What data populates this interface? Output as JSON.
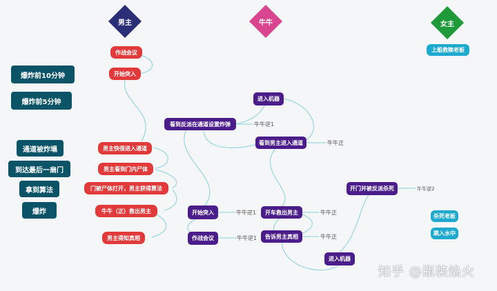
{
  "headers": {
    "male": "男主",
    "niuniu": "牛牛",
    "female": "女主"
  },
  "colors": {
    "male_header": "#2a2f78",
    "niuniu_header": "#d9468f",
    "female_header": "#1e9a3a",
    "red_node": "#e23a3a",
    "purple_node": "#4a1d8a",
    "teal_node": "#0b5468",
    "cyan_node": "#1ea9cf",
    "wire": "#9fd9df"
  },
  "timeline": [
    "爆炸前10分钟",
    "爆炸前5分钟",
    "通道被炸塌",
    "到达最后一扇门",
    "拿到算法",
    "爆炸"
  ],
  "male_nodes": [
    "作战会议",
    "开始突入",
    "男主快很进入通道",
    "男主看到门内尸体",
    "门被尸体打开，男主获得算法",
    "牛牛（正）救出男主",
    "男主得知真相"
  ],
  "niuniu_nodes": {
    "enter_mech_top": "进入机器",
    "see_bomb": "看到反派在通道设置炸弹",
    "see_male_enter": "看到男主进入通道",
    "start_assault": "开始突入",
    "battle_meeting": "作战会议",
    "drive_rescue": "开车救出男主",
    "tell_truth": "告诉男主真相",
    "enter_mech_bottom": "进入机器",
    "open_door_kill": "开门并被反派杀死"
  },
  "female_nodes": {
    "board_meet": "上船救赎老板",
    "kill_boss": "杀死老板",
    "jump_water": "跳入水中"
  },
  "tags": {
    "reverse1_a": "牛牛逆1",
    "positive_a": "牛牛正",
    "reverse1_b": "牛牛逆1",
    "reverse1_c": "牛牛逆1",
    "positive_b": "牛牛正",
    "positive_c": "牛牛正",
    "reverse2": "牛牛逆2"
  },
  "watermark": "知乎 @瓶装焰火"
}
